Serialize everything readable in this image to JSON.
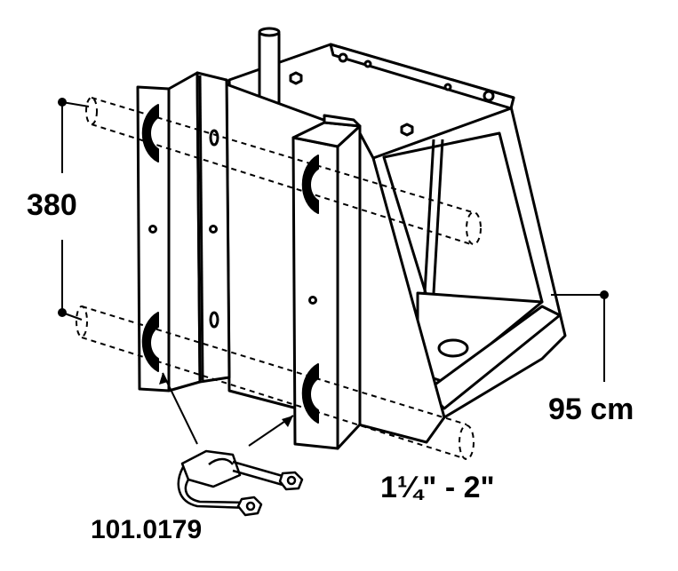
{
  "labels": {
    "spacing": "380",
    "height": "95 cm",
    "pipe_range": "1¼\" - 2\"",
    "part_number": "101.0179"
  },
  "colors": {
    "line": "#000000",
    "fill": "#ffffff"
  }
}
